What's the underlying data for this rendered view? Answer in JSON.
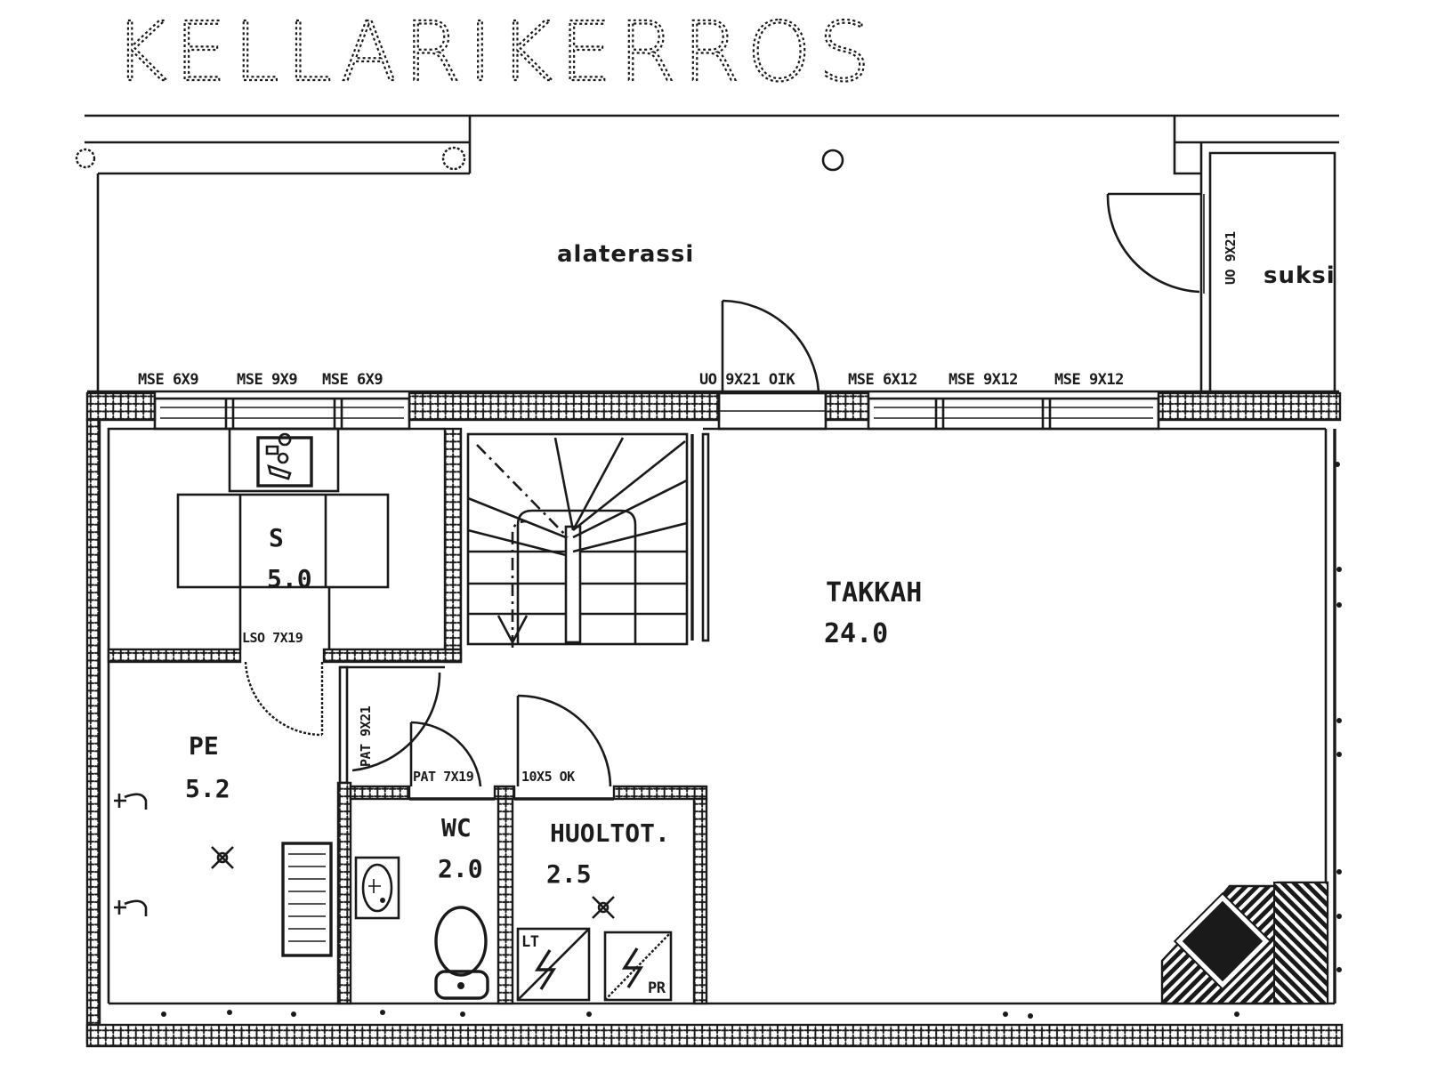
{
  "title": "KELLARIKERROS",
  "colors": {
    "ink": "#1a1a1a",
    "paper": "#ffffff"
  },
  "rooms": {
    "terrace": {
      "name": "alaterassi"
    },
    "ski": {
      "name": "suksi"
    },
    "sauna": {
      "name": "S",
      "area": "5.0"
    },
    "stair": {
      "name": ""
    },
    "takkah": {
      "name": "TAKKAH",
      "area": "24.0"
    },
    "pe": {
      "name": "PE",
      "area": "5.2"
    },
    "wc": {
      "name": "WC",
      "area": "2.0"
    },
    "huoltot": {
      "name": "HUOLTOT.",
      "area": "2.5"
    }
  },
  "windows": {
    "w1": "MSE 6X9",
    "w2": "MSE 9X9",
    "w3": "MSE 6X9",
    "door_main": "UO 9X21 OIK",
    "w4": "MSE 6X12",
    "w5": "MSE 9X12",
    "w6": "MSE 9X12"
  },
  "doors": {
    "ski_door": "UO 9X21",
    "sauna_door": "LSO 7X19",
    "pe_door": "PAT 9X21",
    "wc_door": "PAT 7X19",
    "huolto_door": "10X5 OK"
  },
  "fixtures": {
    "electrical_panel_1": "LT",
    "electrical_panel_2": "PR"
  }
}
